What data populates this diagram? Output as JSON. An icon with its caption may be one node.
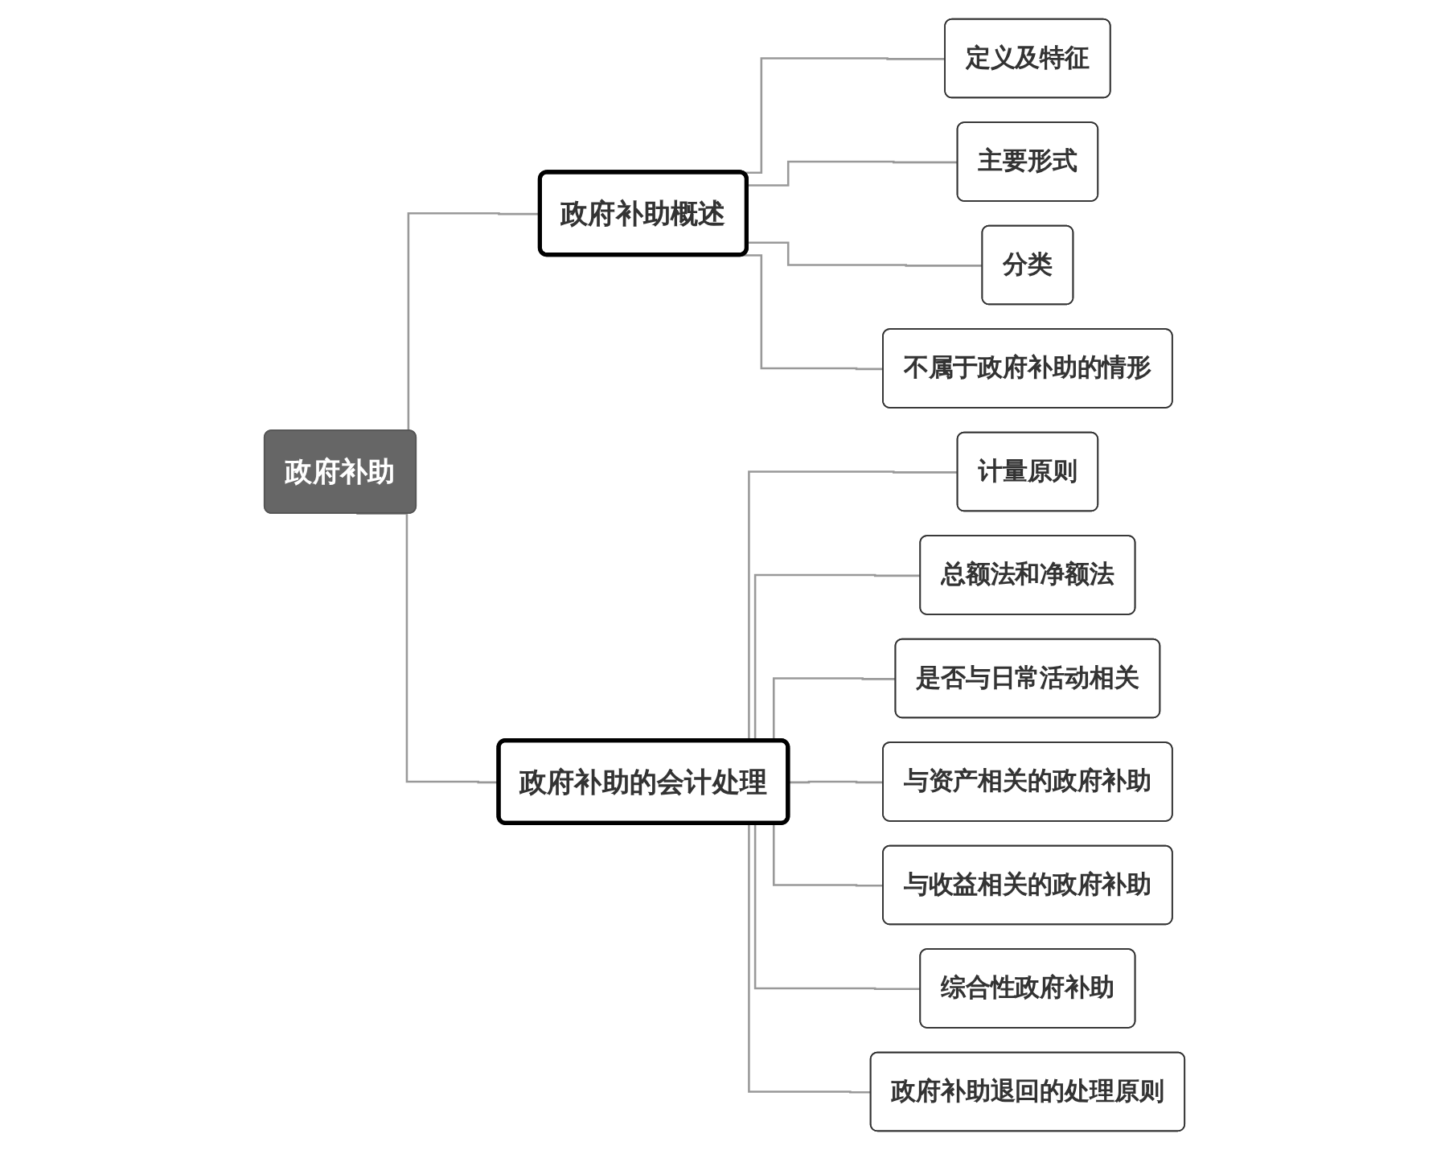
{
  "diagram": {
    "nodes": [
      {
        "text": [
          "政府补助"
        ]
      },
      {
        "text": [
          "政府补助概述"
        ]
      },
      {
        "text": [
          "定义及特征"
        ]
      },
      {
        "text": [
          "主要形式"
        ]
      },
      {
        "text": [
          "分类"
        ]
      },
      {
        "text": [
          "不属于政府补助的情形"
        ]
      },
      {
        "text": [
          "政府补助的会计处理"
        ]
      },
      {
        "text": [
          "计量原则"
        ]
      },
      {
        "text": [
          "总额法和净额法"
        ]
      },
      {
        "text": [
          "是否与日常活动相关"
        ]
      },
      {
        "text": [
          "与资产相关的政府补助"
        ]
      },
      {
        "text": [
          "与收益相关的政府补助"
        ]
      },
      {
        "text": [
          "综合性政府补助"
        ]
      },
      {
        "text": [
          "政府补助退回的处理原则"
        ]
      }
    ],
    "edges": [
      {
        "from": 0,
        "to": 1,
        "arrow": "none"
      },
      {
        "from": 1,
        "to": 2,
        "arrow": "none"
      },
      {
        "from": 1,
        "to": 3,
        "arrow": "none"
      },
      {
        "from": 1,
        "to": 4,
        "arrow": "none"
      },
      {
        "from": 1,
        "to": 5,
        "arrow": "none"
      },
      {
        "from": 0,
        "to": 6,
        "arrow": "none"
      },
      {
        "from": 6,
        "to": 7,
        "arrow": "none"
      },
      {
        "from": 6,
        "to": 8,
        "arrow": "none"
      },
      {
        "from": 6,
        "to": 9,
        "arrow": "none"
      },
      {
        "from": 6,
        "to": 10,
        "arrow": "none"
      },
      {
        "from": 6,
        "to": 11,
        "arrow": "none"
      },
      {
        "from": 6,
        "to": 12,
        "arrow": "none"
      },
      {
        "from": 6,
        "to": 13,
        "arrow": "none"
      }
    ]
  }
}
